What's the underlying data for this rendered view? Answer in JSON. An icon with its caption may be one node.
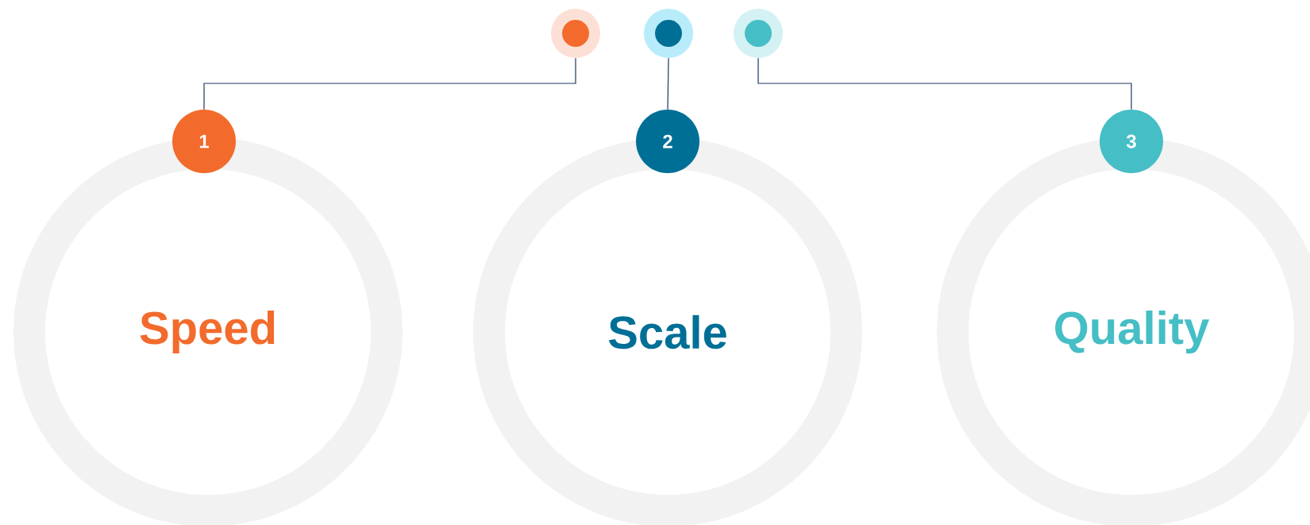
{
  "diagram": {
    "nodes": [
      {
        "text": [],
        "shape": "circle"
      },
      {
        "text": [],
        "shape": "circle"
      },
      {
        "text": [],
        "shape": "circle"
      },
      {
        "text": [
          "1"
        ]
      },
      {
        "text": [
          "2"
        ]
      },
      {
        "text": [
          "3"
        ]
      },
      {
        "text": [
          "Speed"
        ]
      },
      {
        "text": [
          "Scale"
        ]
      },
      {
        "text": [
          "Quality"
        ]
      }
    ],
    "edges": [
      {
        "from": 0,
        "to": 3,
        "arrow": "none"
      },
      {
        "from": 1,
        "to": 4,
        "arrow": "none"
      },
      {
        "from": 2,
        "to": 5,
        "arrow": "none"
      }
    ]
  }
}
